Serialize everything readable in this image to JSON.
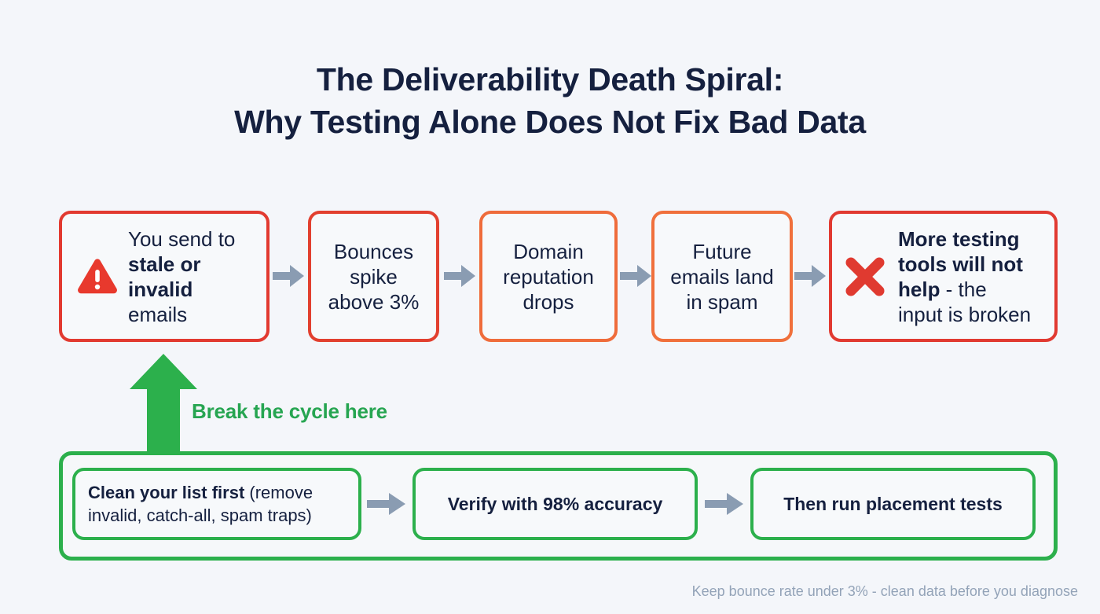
{
  "title": {
    "line1": "The Deliverability Death Spiral:",
    "line2": "Why Testing Alone Does Not Fix Bad Data"
  },
  "colors": {
    "background": "#f4f6fa",
    "title_text": "#15203f",
    "body_text": "#15203f",
    "red": "#e23a30",
    "orange": "#ef6c3b",
    "green": "#2cb04c",
    "green_label": "#26a551",
    "arrow_gray": "#8a9cb2",
    "footer_text": "#93a3b8"
  },
  "spiral": {
    "steps": [
      {
        "id": "step-send-stale",
        "icon": "warning-triangle-icon",
        "border_color": "#e23a30",
        "text_parts": [
          {
            "text": "You send to ",
            "bold": false
          },
          {
            "text": "stale or invalid",
            "bold": true
          },
          {
            "text": " emails",
            "bold": false
          }
        ],
        "plain_text": "You send to stale or invalid emails"
      },
      {
        "id": "step-bounces-spike",
        "icon": null,
        "border_color": "#e2402f",
        "text_parts": [
          {
            "text": "Bounces spike above 3%",
            "bold": false
          }
        ],
        "plain_text": "Bounces spike above 3%"
      },
      {
        "id": "step-domain-reputation",
        "icon": null,
        "border_color": "#ef6c3b",
        "text_parts": [
          {
            "text": "Domain reputation drops",
            "bold": false
          }
        ],
        "plain_text": "Domain reputation drops"
      },
      {
        "id": "step-emails-spam",
        "icon": null,
        "border_color": "#f0703c",
        "text_parts": [
          {
            "text": "Future emails land in spam",
            "bold": false
          }
        ],
        "plain_text": "Future emails land in spam"
      },
      {
        "id": "step-testing-wont-help",
        "icon": "red-x-icon",
        "border_color": "#e13a31",
        "text_parts": [
          {
            "text": "More testing tools will not help",
            "bold": true
          },
          {
            "text": " - the input is broken",
            "bold": false
          }
        ],
        "plain_text": "More testing tools will not help - the input is broken"
      }
    ],
    "connector_icon": "arrow-right-icon",
    "connector_count": 4
  },
  "break_cycle": {
    "label": "Break the cycle here",
    "arrow_icon": "arrow-up-icon",
    "arrow_color": "#2cb04c"
  },
  "solution": {
    "steps": [
      {
        "id": "solution-clean-list",
        "text_parts": [
          {
            "text": "Clean your list first",
            "bold": true
          },
          {
            "text": " (remove invalid, catch-all, spam traps)",
            "bold": false
          }
        ],
        "plain_text": "Clean your list first (remove invalid, catch-all, spam traps)"
      },
      {
        "id": "solution-verify",
        "text_parts": [
          {
            "text": "Verify with 98% accuracy",
            "bold": true
          }
        ],
        "plain_text": "Verify with 98% accuracy"
      },
      {
        "id": "solution-placement-tests",
        "text_parts": [
          {
            "text": "Then run placement tests",
            "bold": true
          }
        ],
        "plain_text": "Then run placement tests"
      }
    ],
    "connector_icon": "arrow-right-icon",
    "connector_count": 2
  },
  "footer": {
    "note": "Keep bounce rate under 3% - clean data before you diagnose"
  }
}
